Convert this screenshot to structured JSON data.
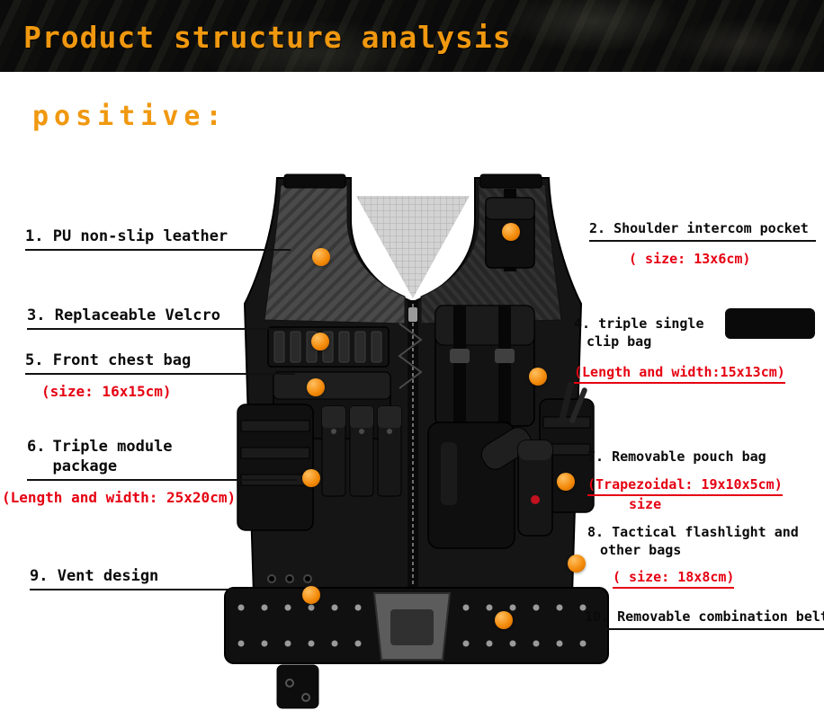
{
  "header": {
    "title": "Product structure analysis"
  },
  "section_label": "positive:",
  "colors": {
    "accent_orange": "#f0980f",
    "size_red": "#e60012",
    "dot_orange": "#f28705"
  },
  "callouts": {
    "c1": {
      "label": "1. PU non-slip leather"
    },
    "c2": {
      "label": "2. Shoulder intercom pocket",
      "size": "( size: 13x6cm)"
    },
    "c3": {
      "label": "3. Replaceable Velcro"
    },
    "c4": {
      "label": "4. triple single",
      "label2": "clip bag",
      "size": "(Length and width:15x13cm)"
    },
    "c5": {
      "label": "5. Front chest bag",
      "size": "(size: 16x15cm)"
    },
    "c6": {
      "num": "6.",
      "label": "Triple module",
      "label2": "package",
      "size": "(Length and width: 25x20cm)"
    },
    "c7": {
      "label": "7. Removable pouch bag",
      "size": "(Trapezoidal: 19x10x5cm)",
      "size2": "size"
    },
    "c8": {
      "label": "8. Tactical flashlight and",
      "label2": "other bags",
      "size": "( size: 18x8cm)"
    },
    "c9": {
      "label": "9. Vent design"
    },
    "c10": {
      "label": "10. Removable combination belt"
    }
  }
}
